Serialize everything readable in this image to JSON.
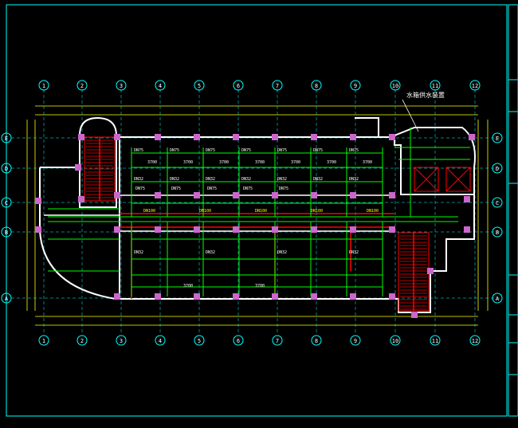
{
  "drawing": {
    "note_text": "水箱供水装置",
    "grid_columns": [
      "1",
      "2",
      "3",
      "4",
      "5",
      "6",
      "7",
      "8",
      "9",
      "10",
      "11",
      "12"
    ],
    "grid_rows": [
      "E",
      "D",
      "C",
      "B",
      "A"
    ],
    "pipe_labels_top": [
      "DN75",
      "DN75",
      "DN75",
      "DN75",
      "DN75",
      "DN75",
      "DN75",
      "DN75",
      "DN75",
      "DN75",
      "DN75",
      "DN75"
    ],
    "pipe_labels_mid": [
      "DN32",
      "DN32",
      "DN32",
      "DN32",
      "DN32",
      "DN32",
      "DN32",
      "DN32",
      "DN32",
      "DN32",
      "DN32"
    ],
    "pipe_labels_main": [
      "DN100",
      "DN100",
      "DN100",
      "DN100",
      "DN100"
    ],
    "dim_labels": [
      "3700",
      "3700",
      "3700",
      "3700",
      "3700",
      "3700",
      "3700",
      "3700",
      "3700"
    ],
    "colors": {
      "background": "#000000",
      "grid": "#00ffff",
      "wall": "#ffffff",
      "pipe_green": "#00ff00",
      "pipe_red": "#ff0000",
      "dim_yellow": "#ffff00",
      "column": "#cc66cc",
      "stair": "#ff0000",
      "frame": "#00ffff"
    }
  }
}
